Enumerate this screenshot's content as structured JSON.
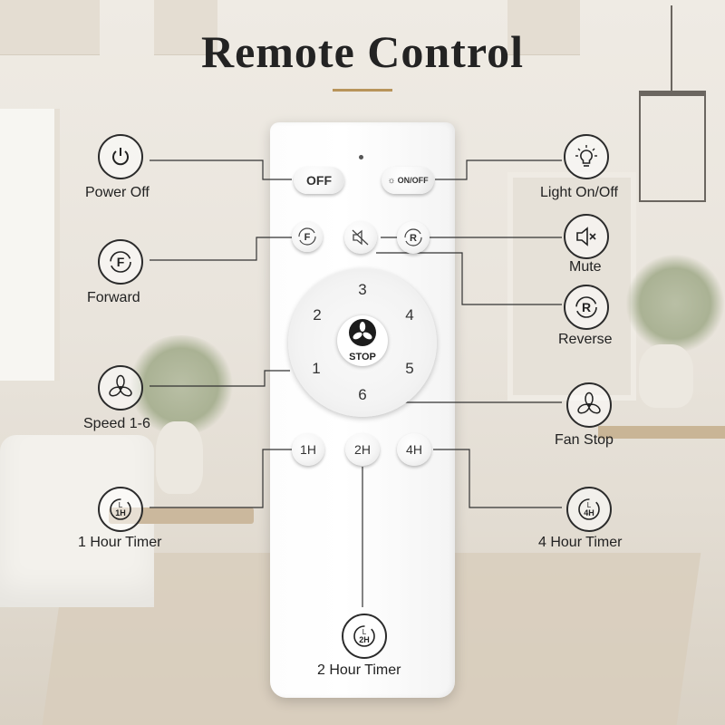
{
  "title": "Remote Control",
  "remote": {
    "off_button": "OFF",
    "light_button": "ON/OFF",
    "forward_button": "F",
    "reverse_button": "R",
    "speeds": [
      "1",
      "2",
      "3",
      "4",
      "5",
      "6"
    ],
    "stop_button": "STOP",
    "timer_1h": "1H",
    "timer_2h": "2H",
    "timer_4h": "4H"
  },
  "callouts": {
    "power_off": "Power Off",
    "light": "Light On/Off",
    "forward": "Forward",
    "mute": "Mute",
    "reverse": "Reverse",
    "speed": "Speed 1-6",
    "fan_stop": "Fan Stop",
    "timer_1h": "1 Hour Timer",
    "timer_4h": "4 Hour Timer",
    "timer_2h": "2 Hour Timer"
  },
  "icons": {
    "forward_letter": "F",
    "reverse_letter": "R",
    "timer_1h_label": "1H",
    "timer_2h_label": "2H",
    "timer_4h_label": "4H",
    "timer_letter": "L"
  },
  "colors": {
    "accent": "#b8945a",
    "text": "#222222",
    "remote": "#ffffff"
  }
}
